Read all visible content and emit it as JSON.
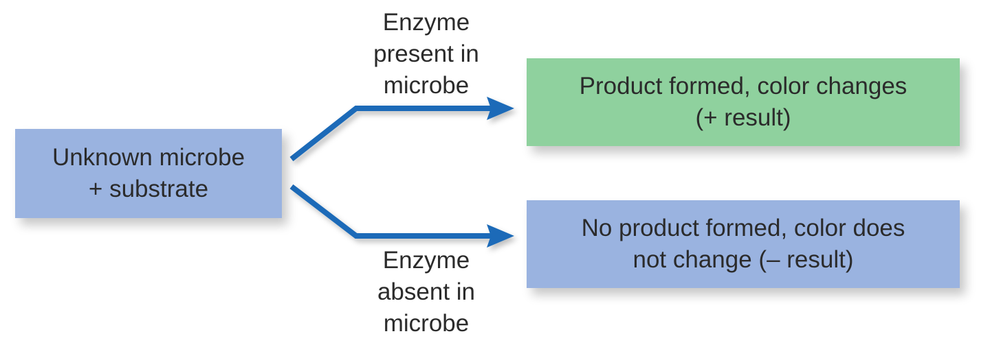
{
  "colors": {
    "start_box": "#9ab3e0",
    "positive_box": "#8fd19e",
    "negative_box": "#9ab3e0",
    "arrow": "#1a6bb8",
    "text": "#2b2b2b"
  },
  "start": {
    "lines": [
      "Unknown microbe",
      "+ substrate"
    ]
  },
  "branch_present": {
    "label_lines": [
      "Enzyme",
      "present in",
      "microbe"
    ],
    "result_lines": [
      "Product formed, color changes",
      "(+ result)"
    ]
  },
  "branch_absent": {
    "label_lines": [
      "Enzyme",
      "absent in",
      "microbe"
    ],
    "result_lines": [
      "No product formed, color does",
      "not change (– result)"
    ]
  }
}
